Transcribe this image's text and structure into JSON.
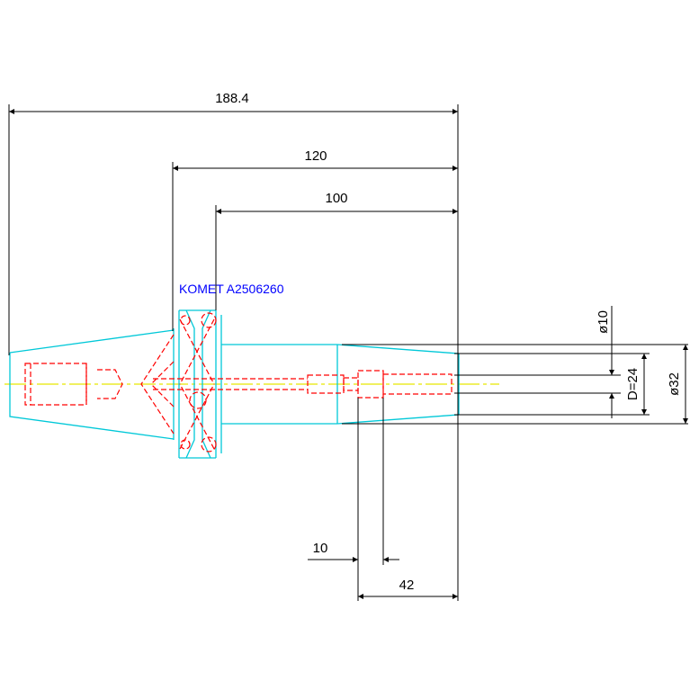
{
  "drawing": {
    "label": "KOMET A2506260",
    "colors": {
      "background": "#ffffff",
      "outline": "#00c8d8",
      "hidden": "#ff0000",
      "centerline": "#e8e800",
      "dimension": "#000000",
      "label": "#0000ff"
    },
    "dimensions": {
      "overall_length": "188.4",
      "length_120": "120",
      "length_100": "100",
      "length_10": "10",
      "length_42": "42",
      "dia_10": "ø10",
      "dia_24": "D=24",
      "dia_32": "ø32"
    }
  }
}
